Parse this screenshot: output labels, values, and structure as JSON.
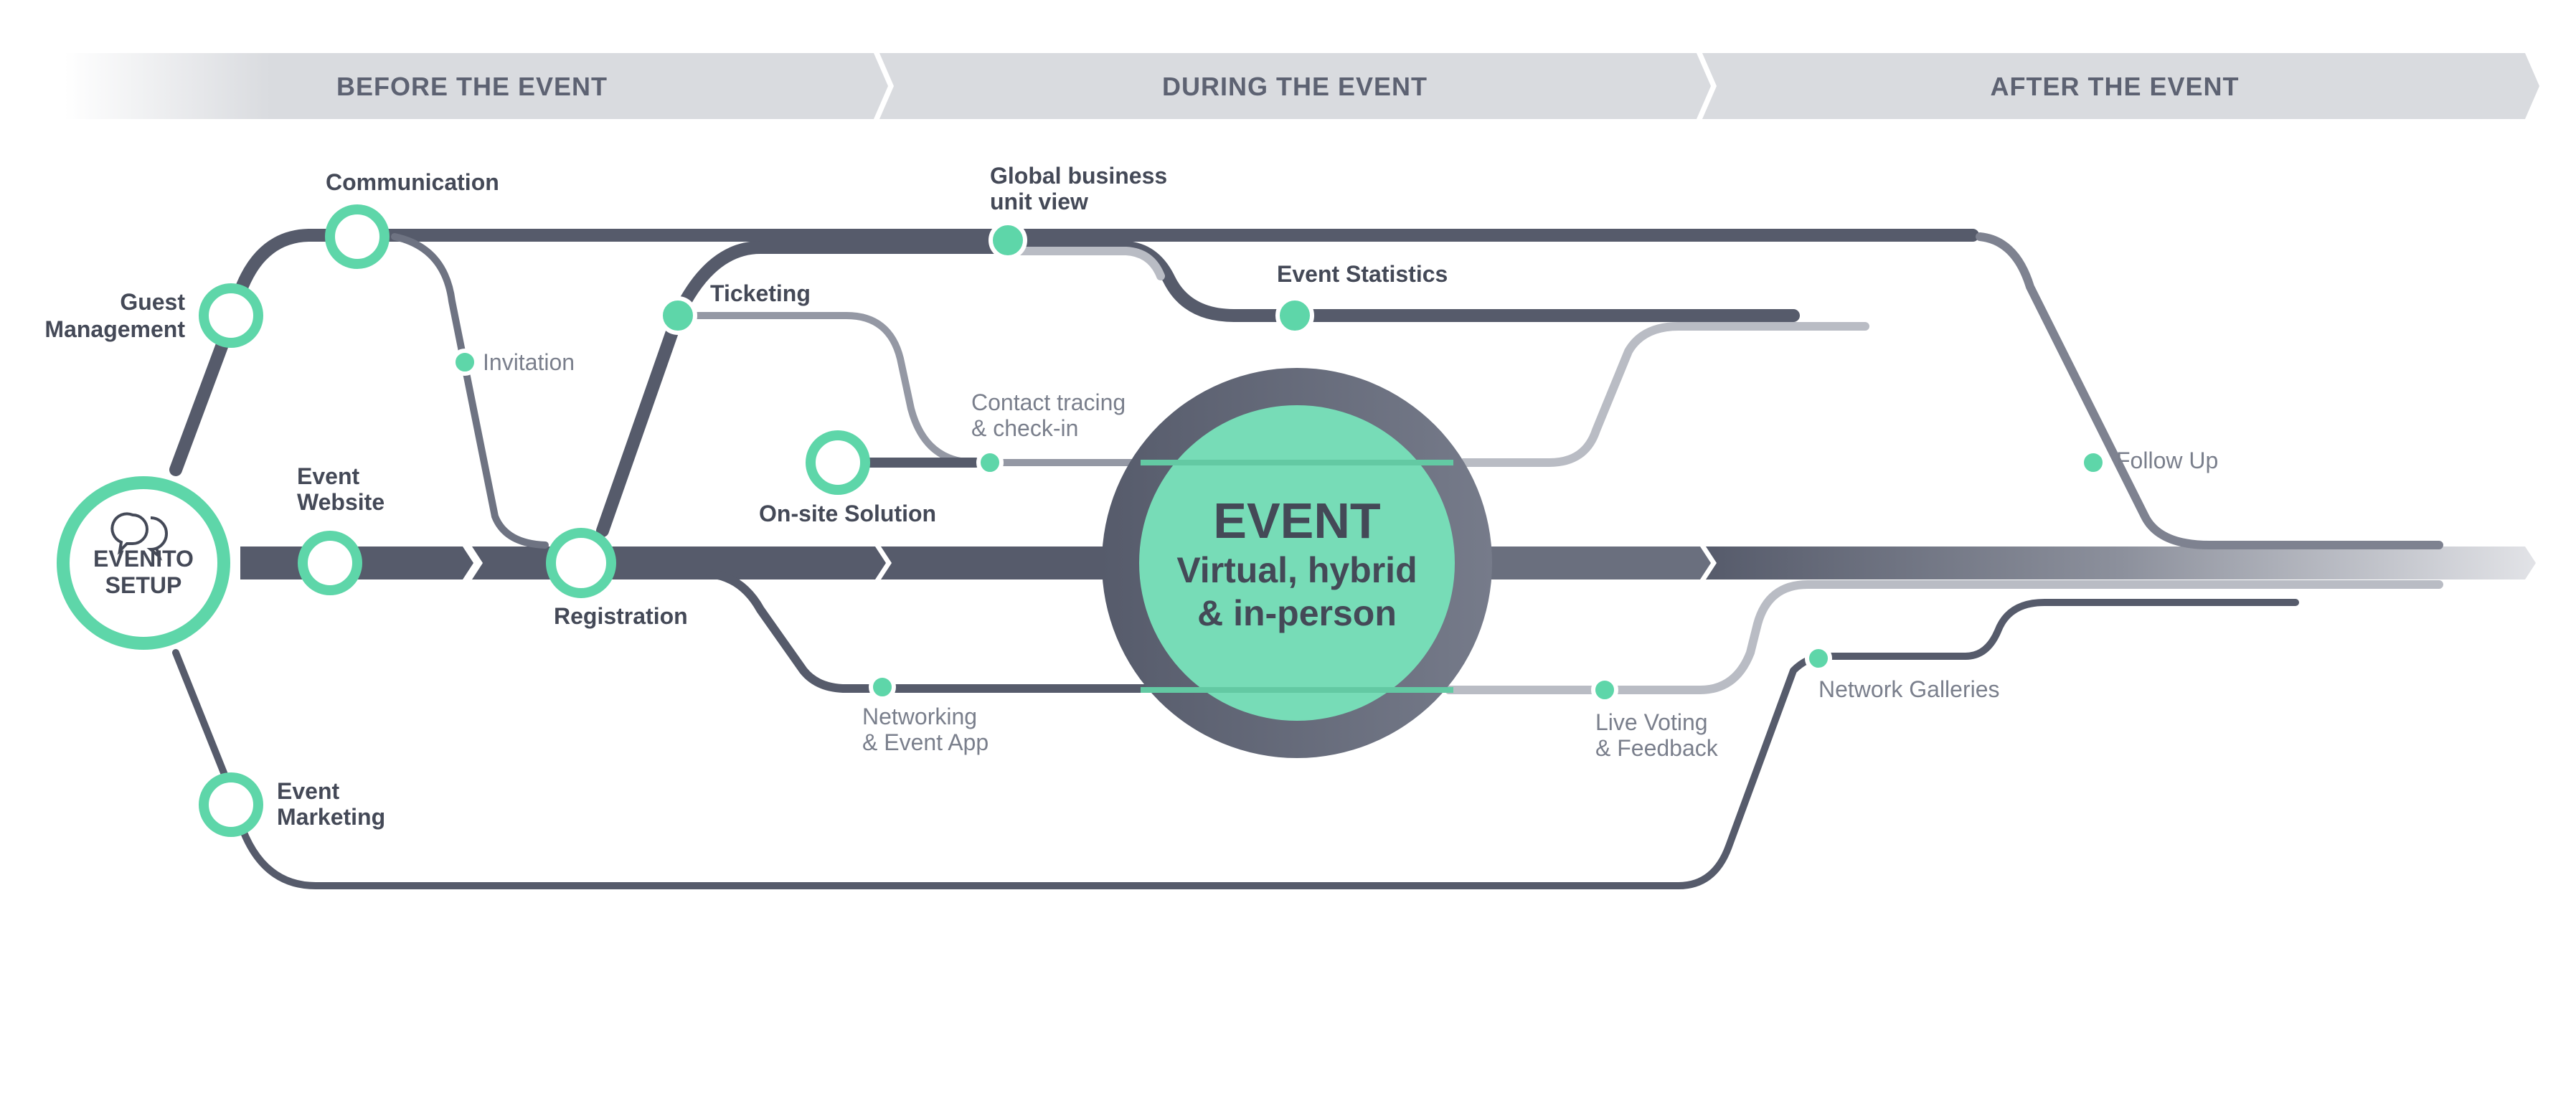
{
  "colors": {
    "track_dark": "#565b6b",
    "track_light": "#b9bcc4",
    "accent_green": "#5ed6a9",
    "hub_fill": "#77dcb7",
    "banner": "#d9dbdf",
    "text_dark": "#444957",
    "text_light": "#7a7f8c"
  },
  "phases": {
    "before": "BEFORE THE EVENT",
    "during": "DURING THE EVENT",
    "after": "AFTER THE EVENT"
  },
  "setup": {
    "line1": "EVENITO",
    "line2": "SETUP",
    "icon": "chat-bubbles-icon"
  },
  "hub": {
    "title": "EVENT",
    "line2": "Virtual, hybrid",
    "line3": "& in-person"
  },
  "stations": {
    "guest_management": [
      "Guest",
      "Management"
    ],
    "communication": "Communication",
    "invitation": "Invitation",
    "event_website": [
      "Event",
      "Website"
    ],
    "event_marketing": [
      "Event",
      "Marketing"
    ],
    "registration": "Registration",
    "ticketing": "Ticketing",
    "global_view": [
      "Global business",
      "unit view"
    ],
    "event_statistics": "Event Statistics",
    "contact_tracing": [
      "Contact tracing",
      "& check-in"
    ],
    "onsite": "On-site Solution",
    "networking": [
      "Networking",
      "& Event App"
    ],
    "live_voting": [
      "Live Voting",
      "& Feedback"
    ],
    "network_galleries": "Network Galleries",
    "follow_up": "Follow Up"
  }
}
